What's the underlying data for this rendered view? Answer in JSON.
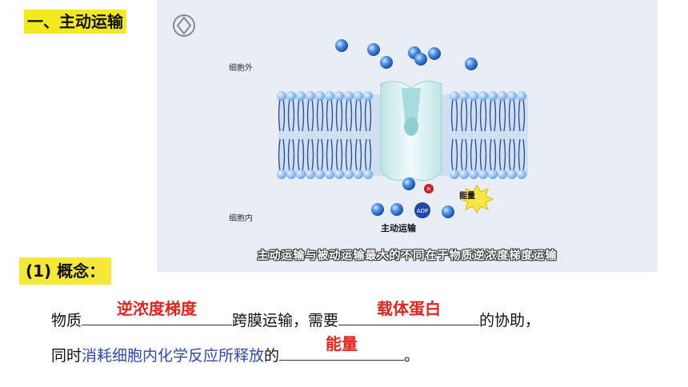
{
  "section_title": "一、主动运输",
  "figure": {
    "label_outside": "细胞外",
    "label_inside": "细胞内",
    "energy_label": "能量",
    "atp_label": "ADP",
    "pi_label": "Pi",
    "transport_label": "主动运输",
    "caption": "主动运输与被动运输最大的不同在于物质逆浓度梯度运输"
  },
  "concept_tag": "(1) 概念：",
  "sentence": {
    "part1": "物质",
    "blank1_answer": "逆浓度梯度",
    "part2": "跨膜运输，需要",
    "blank2_answer": "载体蛋白",
    "part3": "的协助，",
    "part4": "同时",
    "highlight": "消耗细胞内化学反应所释放",
    "part5": "的",
    "blank3_answer": "能量",
    "part6": "。"
  },
  "colors": {
    "title_bg": "#f2ea1e",
    "answer_red": "#e0251c",
    "highlight_blue": "#2f48b5"
  }
}
